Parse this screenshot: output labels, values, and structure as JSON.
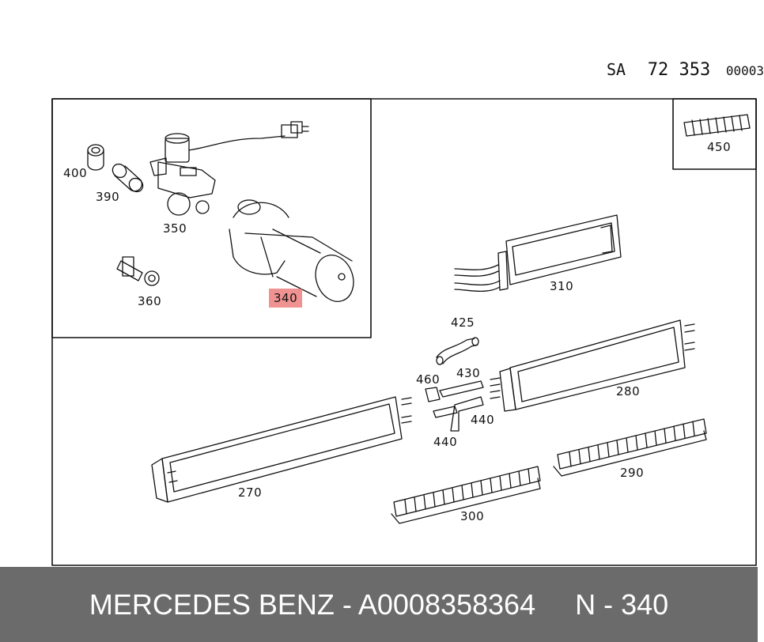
{
  "reference": {
    "prefix": "SA",
    "number": "72 353",
    "suffix": "00003"
  },
  "callouts": {
    "c400": "400",
    "c390": "390",
    "c350": "350",
    "c360": "360",
    "c340": "340",
    "c450": "450",
    "c310": "310",
    "c425": "425",
    "c460": "460",
    "c430": "430",
    "c440a": "440",
    "c440b": "440",
    "c280": "280",
    "c270": "270",
    "c290": "290",
    "c300": "300"
  },
  "highlight_color": "#eb6e6e",
  "banner": {
    "text": "MERCEDES BENZ - A0008358364     N - 340",
    "background": "#6b6b6b"
  }
}
